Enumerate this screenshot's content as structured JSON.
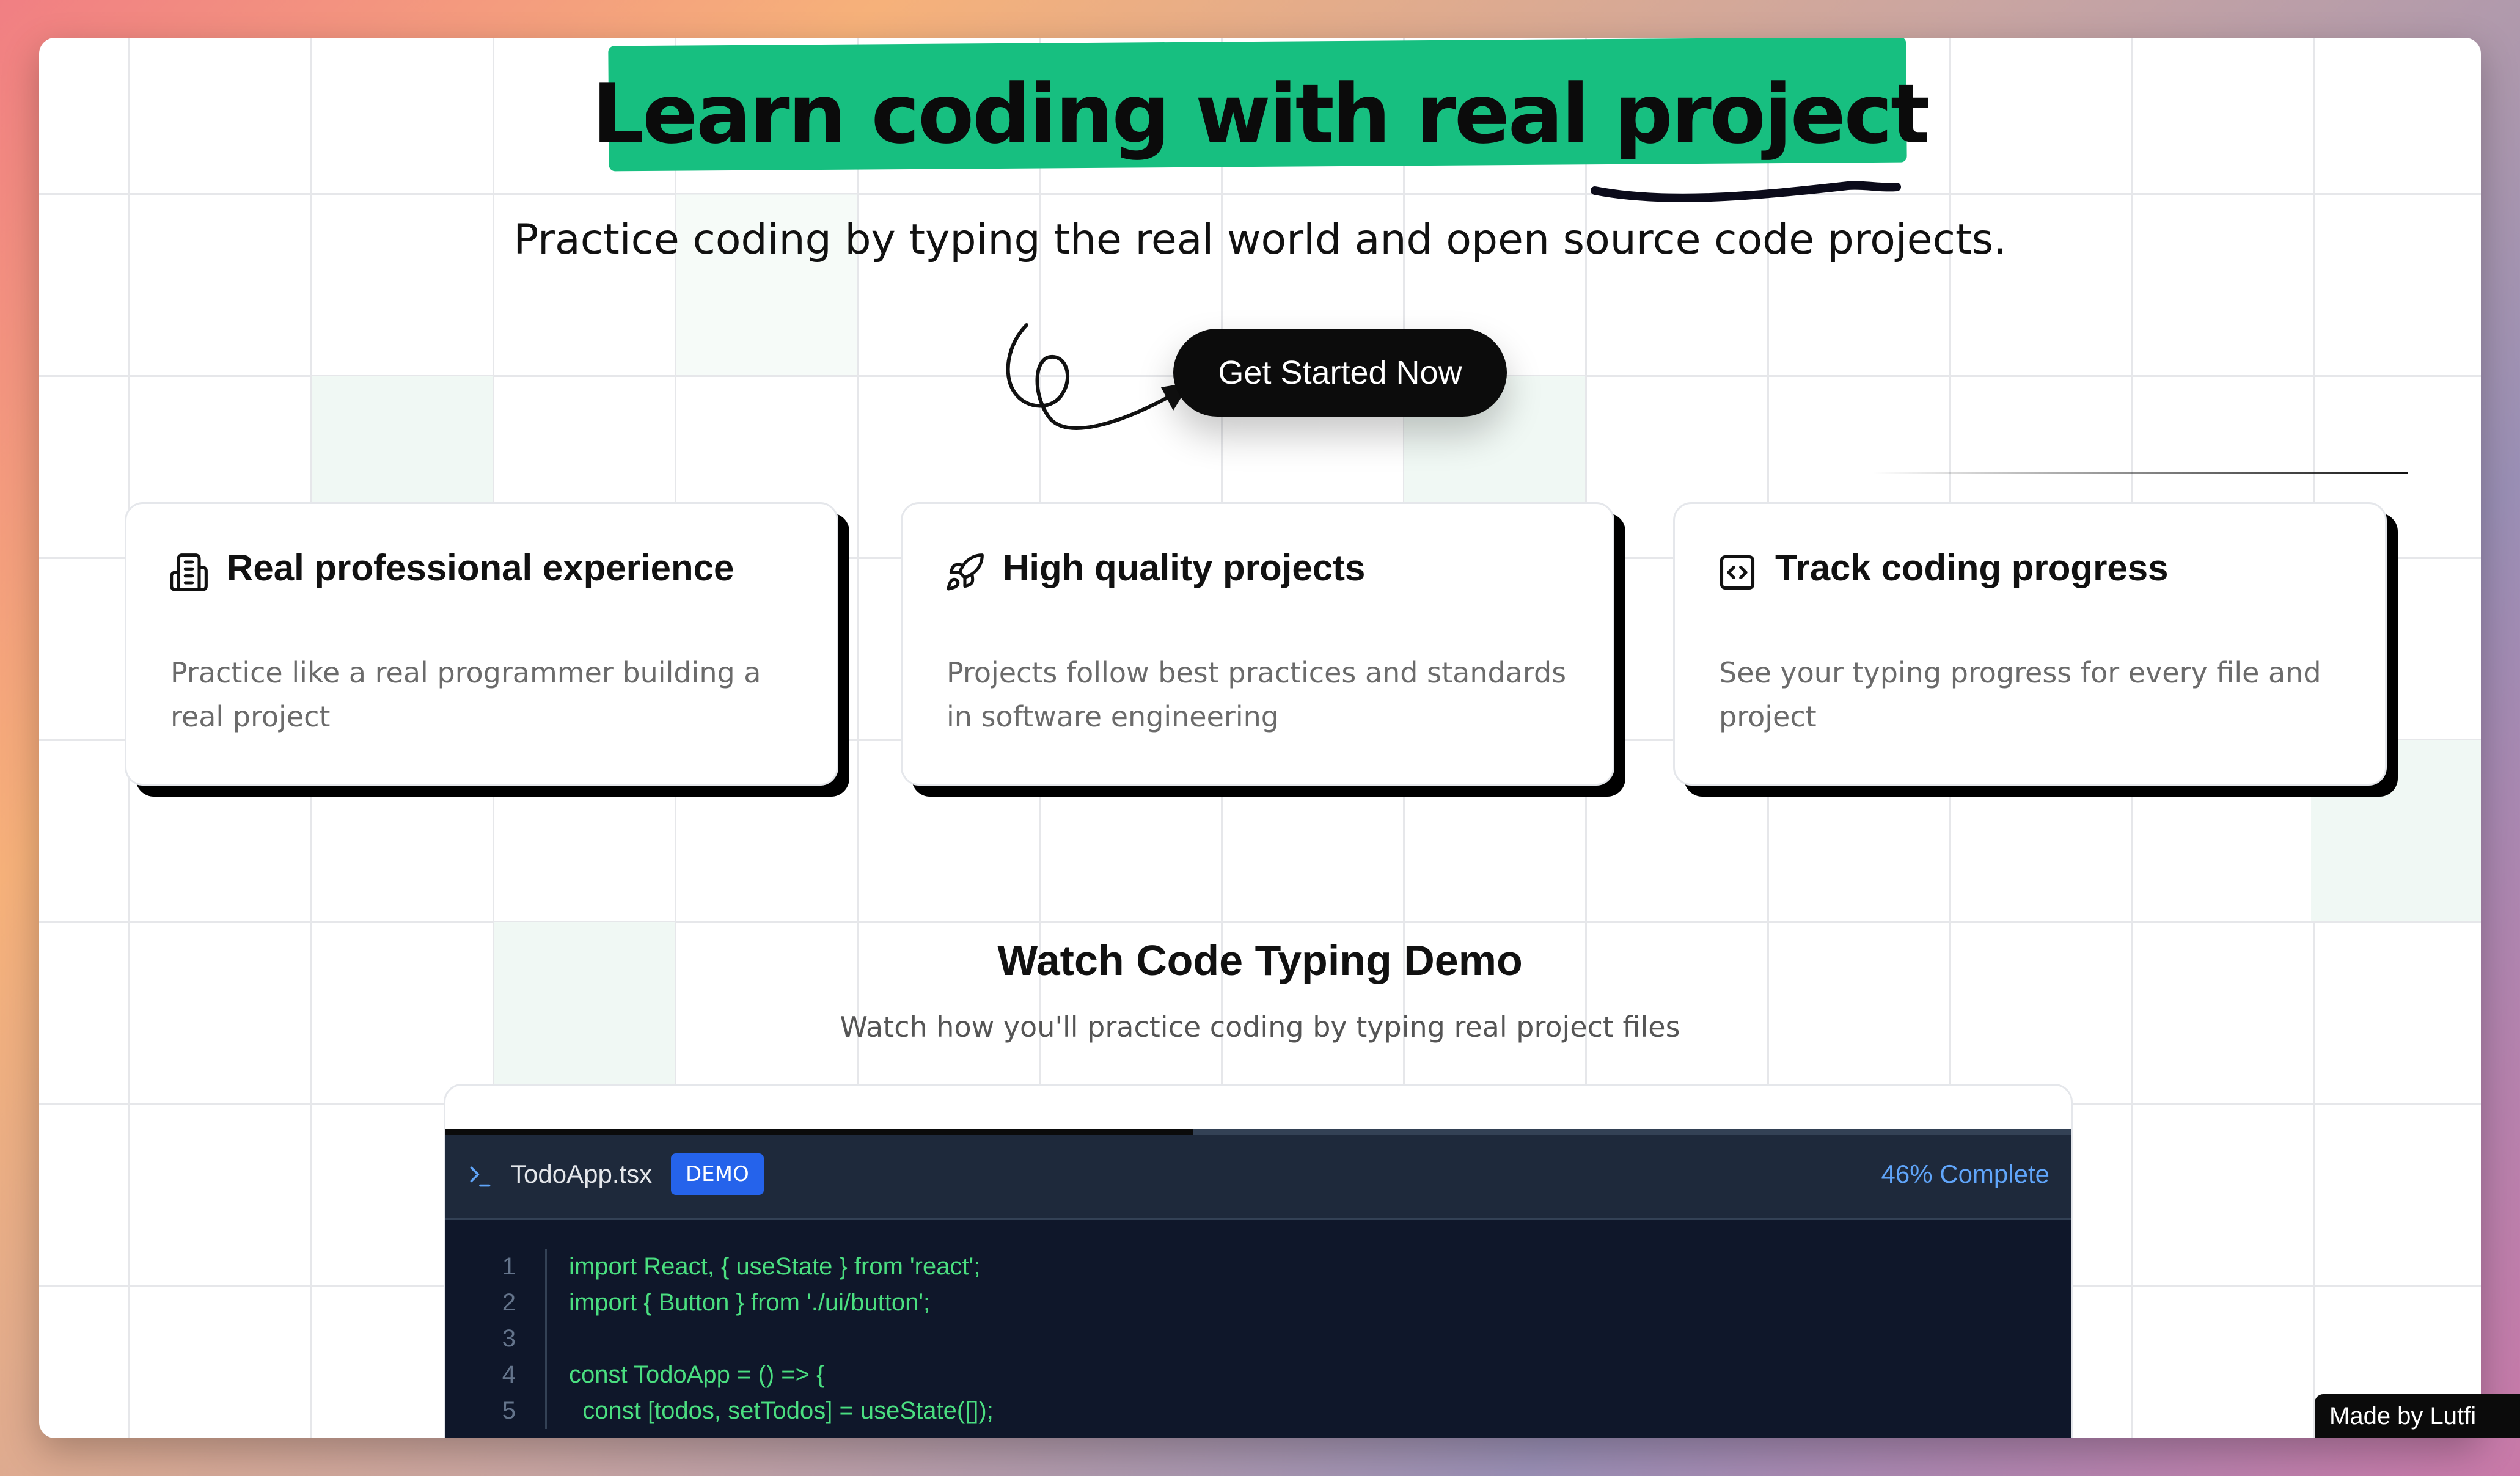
{
  "hero": {
    "headline": "Learn coding with real project",
    "subtitle": "Practice coding by typing the real world and open source code projects.",
    "cta_label": "Get Started Now"
  },
  "features": [
    {
      "icon": "building-icon",
      "title": "Real professional experience",
      "description": "Practice like a real programmer building a real project"
    },
    {
      "icon": "rocket-icon",
      "title": "High quality projects",
      "description": "Projects follow best practices and standards in software engineering"
    },
    {
      "icon": "code-square-icon",
      "title": "Track coding progress",
      "description": "See your typing progress for every file and project"
    }
  ],
  "demo": {
    "title": "Watch Code Typing Demo",
    "subtitle": "Watch how you'll practice coding by typing real project files",
    "filename": "TodoApp.tsx",
    "badge": "DEMO",
    "progress_label": "46% Complete",
    "progress_fraction": 0.46,
    "code_lines": [
      {
        "n": "1",
        "text": "import React, { useState } from 'react';"
      },
      {
        "n": "2",
        "text": "import { Button } from './ui/button';"
      },
      {
        "n": "3",
        "text": ""
      },
      {
        "n": "4",
        "text": "const TodoApp = () => {"
      },
      {
        "n": "5",
        "text": "  const [todos, setTodos] = useState([]);"
      }
    ]
  },
  "footer": {
    "made_by": "Made by Lutfi"
  },
  "colors": {
    "accent": "#17bf80",
    "editor_bg": "#0f172a",
    "code_green": "#4ade80",
    "badge_blue": "#2563eb",
    "progress_blue": "#60a5fa"
  }
}
